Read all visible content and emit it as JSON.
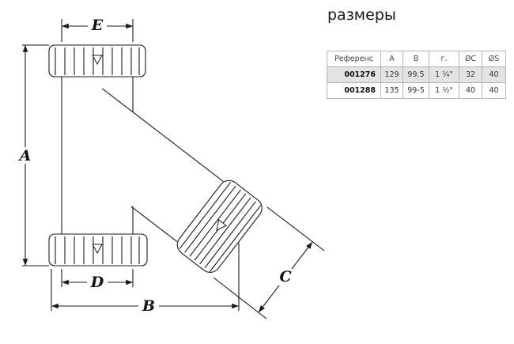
{
  "title": "размеры",
  "drawing": {
    "labels": {
      "a": "A",
      "b": "B",
      "c": "C",
      "d": "D",
      "e": "E"
    }
  },
  "table": {
    "headers": [
      "Референс",
      "A",
      "B",
      "г.",
      "ØC",
      "ØS"
    ],
    "rows": [
      [
        "001276",
        "129",
        "99.5",
        "1 ¼\"",
        "32",
        "40"
      ],
      [
        "001288",
        "135",
        "99-5",
        "1 ½\"",
        "40",
        "40"
      ]
    ]
  },
  "colors": {
    "line": "#1a1a1a",
    "row_highlight": "#e3e3e3",
    "table_border": "#b5b5b5"
  }
}
